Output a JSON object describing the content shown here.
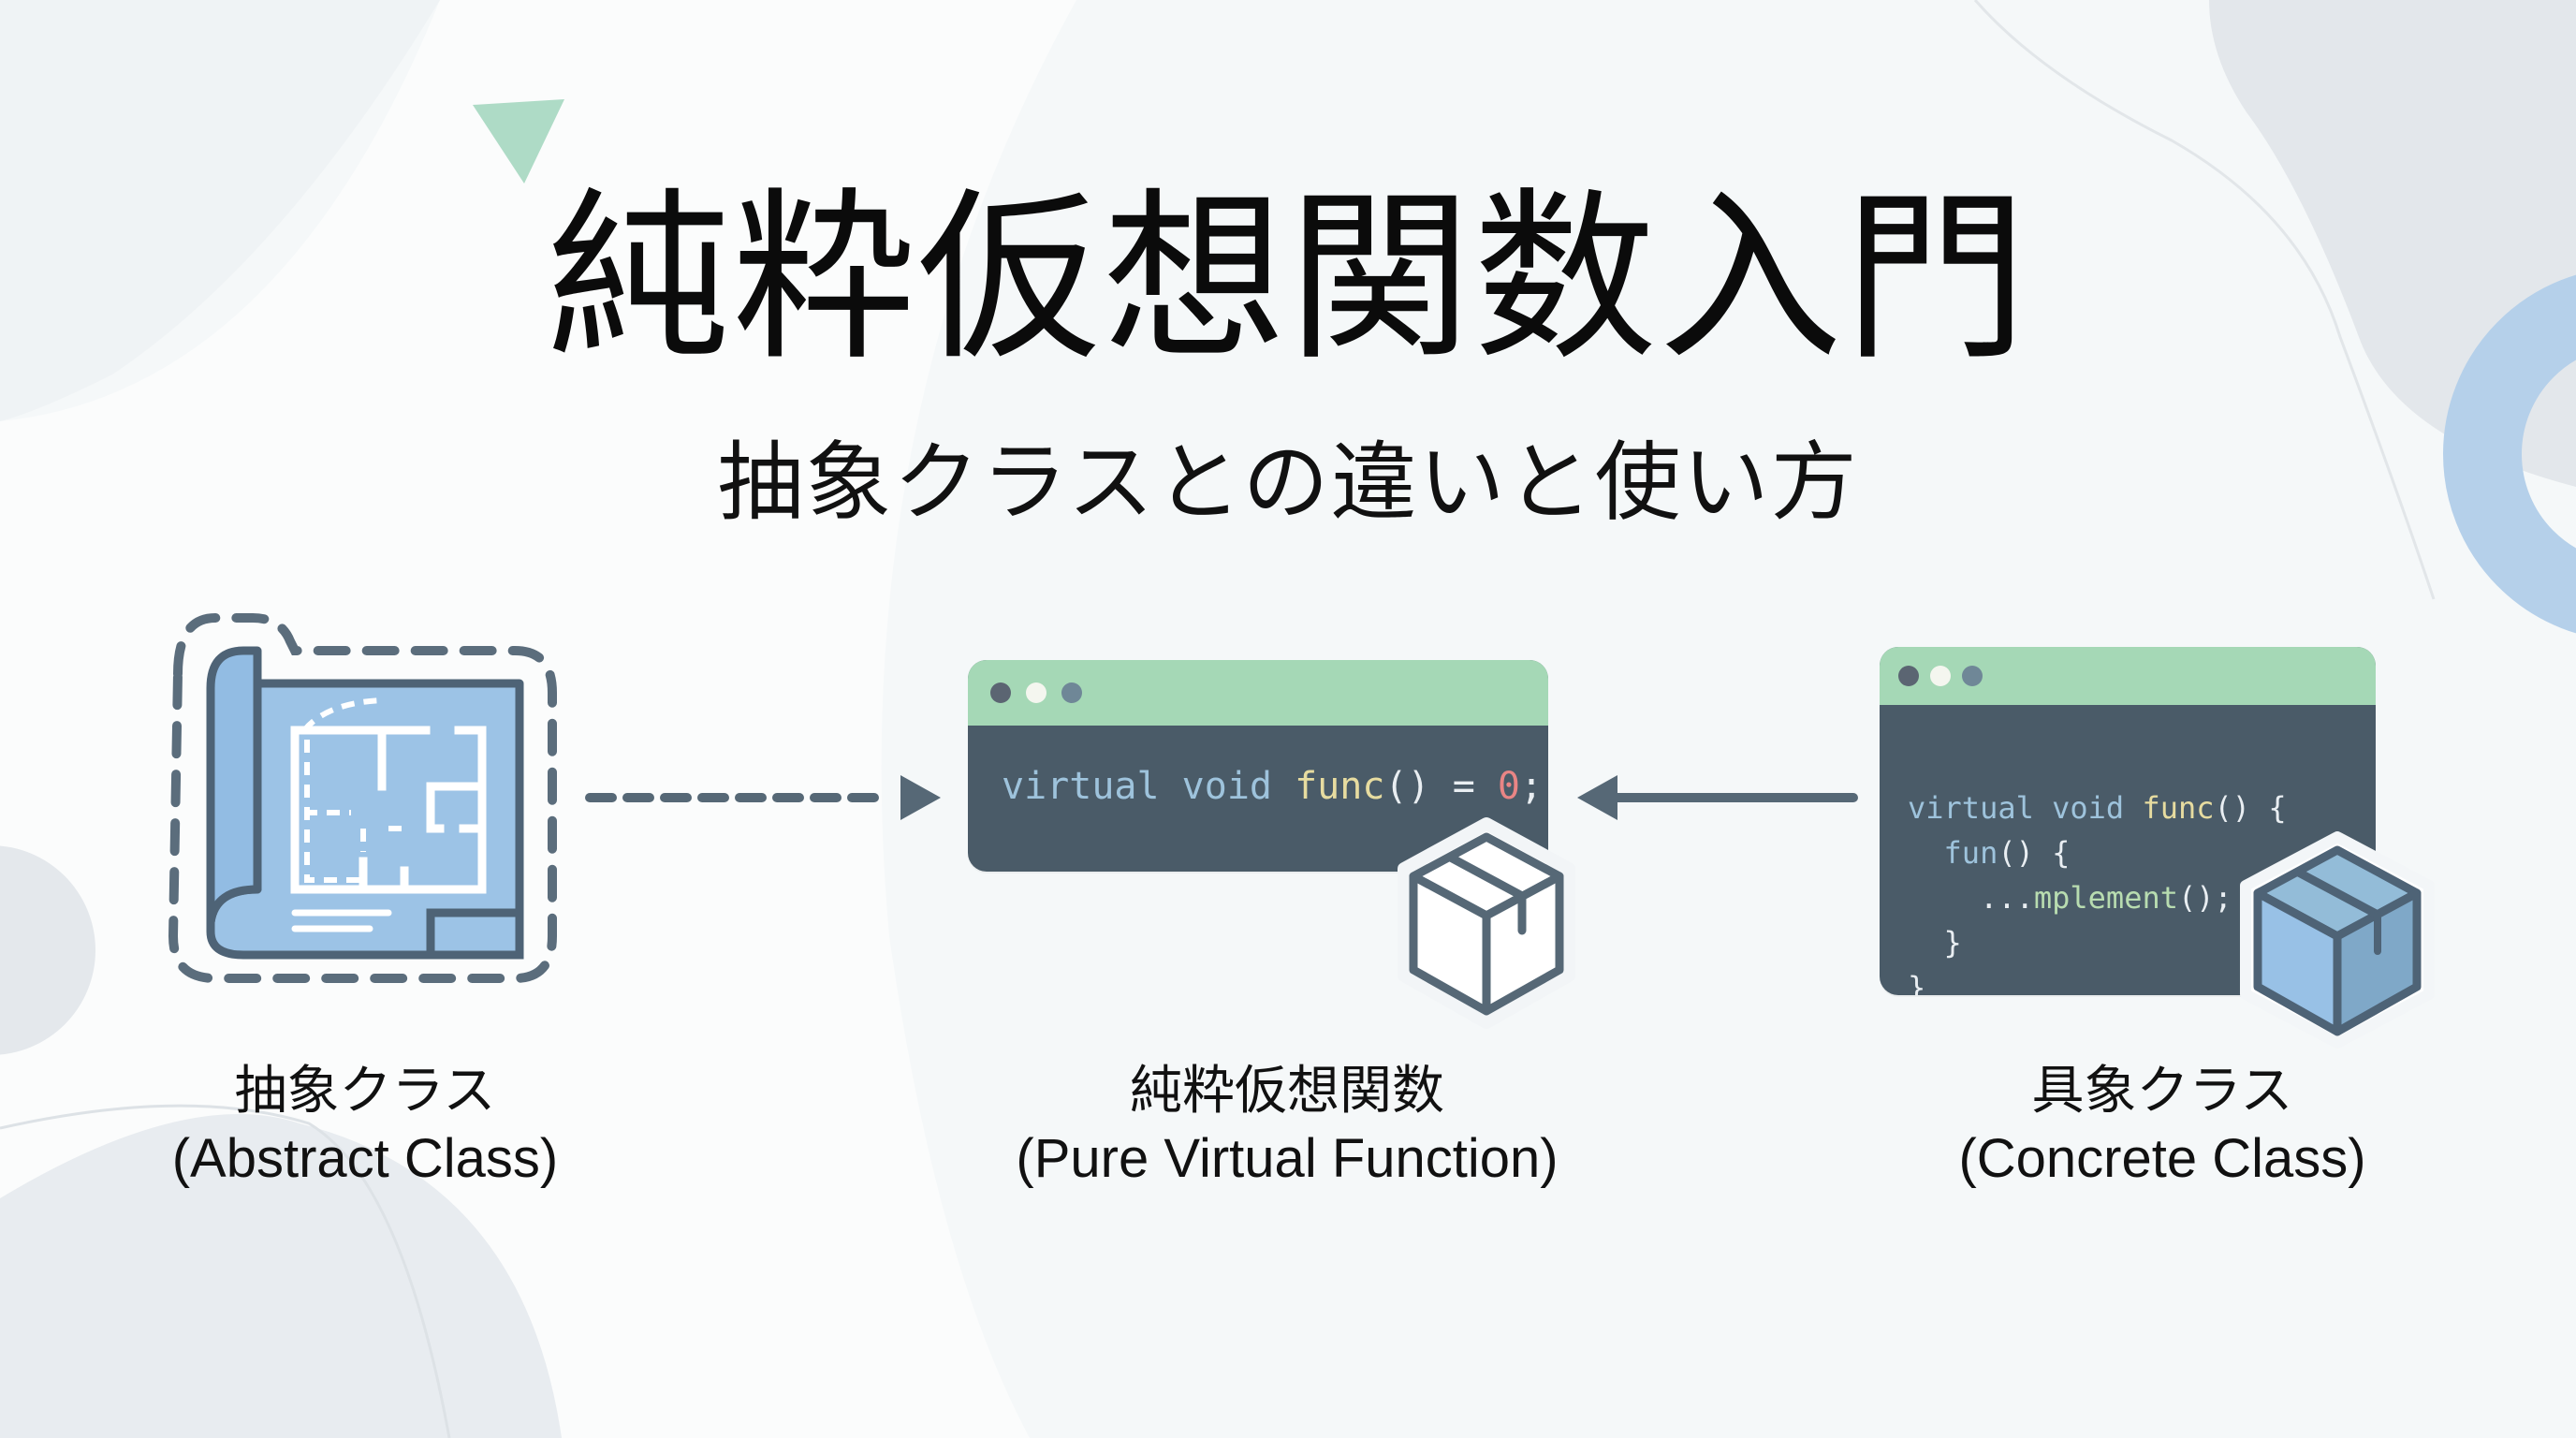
{
  "slide": {
    "title": "純粋仮想関数入門",
    "subtitle": "抽象クラスとの違いと使い方"
  },
  "colors": {
    "accent_green": "#a5d8b6",
    "accent_blue": "#9cc3e6",
    "code_bg": "#4a5b68",
    "outline": "#5a6e7e",
    "text": "#111111"
  },
  "diagram": {
    "nodes": [
      {
        "id": "abstract-class",
        "icon": "blueprint-icon",
        "label_ja": "抽象クラス",
        "label_en": "(Abstract Class)"
      },
      {
        "id": "pure-virtual-function",
        "icon": "box-outline-icon",
        "label_ja": "純粋仮想関数",
        "label_en": "(Pure Virtual Function)",
        "code": {
          "keyword1": "virtual",
          "keyword2": "void",
          "function": "func",
          "parens": "()",
          "equals": "=",
          "zero": "0",
          "semicolon": ";"
        }
      },
      {
        "id": "concrete-class",
        "icon": "box-filled-icon",
        "label_ja": "具象クラス",
        "label_en": "(Concrete Class)",
        "code_lines": [
          {
            "kw": "virtual void ",
            "fn": "func",
            "rest": "() {"
          },
          {
            "kw": "  fun",
            "fn": "",
            "rest": "() {"
          },
          {
            "kw": "    ...",
            "call": "mplement",
            "rest": "();"
          },
          {
            "kw": "",
            "fn": "",
            "rest": "  }"
          },
          {
            "kw": "",
            "fn": "",
            "rest": "}"
          }
        ]
      }
    ],
    "edges": [
      {
        "from": "abstract-class",
        "to": "pure-virtual-function",
        "style": "dashed"
      },
      {
        "from": "concrete-class",
        "to": "pure-virtual-function",
        "style": "solid"
      }
    ]
  }
}
